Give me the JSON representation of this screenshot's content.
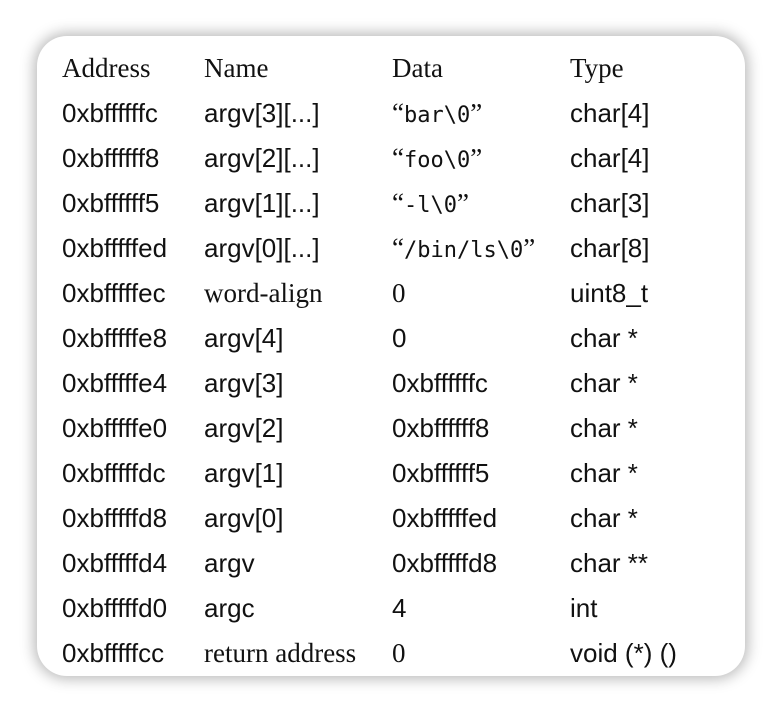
{
  "headers": {
    "address": "Address",
    "name": "Name",
    "data": "Data",
    "type": "Type"
  },
  "rows": [
    {
      "address": "0xbffffffc",
      "name": "argv[3][...]",
      "data": {
        "open": "“",
        "code": "bar\\0",
        "close": "”"
      },
      "type": "char[4]"
    },
    {
      "address": "0xbffffff8",
      "name": "argv[2][...]",
      "data": {
        "open": "“",
        "code": "foo\\0",
        "close": "”"
      },
      "type": "char[4]"
    },
    {
      "address": "0xbffffff5",
      "name": "argv[1][...]",
      "data": {
        "open": "“",
        "code": "-l\\0",
        "close": "”"
      },
      "type": "char[3]"
    },
    {
      "address": "0xbfffffed",
      "name": "argv[0][...]",
      "data": {
        "open": "“",
        "code": "/bin/ls\\0",
        "close": "”"
      },
      "type": "char[8]"
    },
    {
      "address": "0xbfffffec",
      "name": "word-align",
      "data": "0",
      "type": "uint8_t"
    },
    {
      "address": "0xbfffffe8",
      "name": "argv[4]",
      "data": "0",
      "type": "char *"
    },
    {
      "address": "0xbfffffe4",
      "name": "argv[3]",
      "data": "0xbffffffc",
      "type": "char *"
    },
    {
      "address": "0xbfffffe0",
      "name": "argv[2]",
      "data": "0xbffffff8",
      "type": "char *"
    },
    {
      "address": "0xbfffffdc",
      "name": "argv[1]",
      "data": "0xbffffff5",
      "type": "char *"
    },
    {
      "address": "0xbfffffd8",
      "name": "argv[0]",
      "data": "0xbfffffed",
      "type": "char *"
    },
    {
      "address": "0xbfffffd4",
      "name": "argv",
      "data": "0xbfffffd8",
      "type": "char **"
    },
    {
      "address": "0xbfffffd0",
      "name": "argc",
      "data": "4",
      "type": "int"
    },
    {
      "address": "0xbfffffcc",
      "name": "return address",
      "data": "0",
      "type": "void (*) ()"
    }
  ]
}
